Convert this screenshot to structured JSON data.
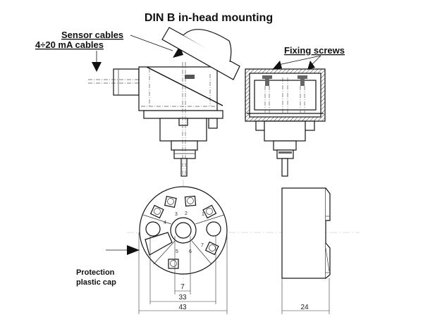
{
  "title": "DIN B in-head mounting",
  "labels": {
    "sensor_cables": "Sensor cables",
    "current_cables": "4÷20 mA cables",
    "fixing_screws": "Fixing screws",
    "protection_cap_line1": "Protection",
    "protection_cap_line2": "plastic cap"
  },
  "terminals": [
    "1",
    "2",
    "3",
    "4",
    "5",
    "6",
    "7"
  ],
  "dimensions": {
    "center_hole": "7",
    "hole_spacing": "33",
    "diameter": "43",
    "depth": "24"
  }
}
